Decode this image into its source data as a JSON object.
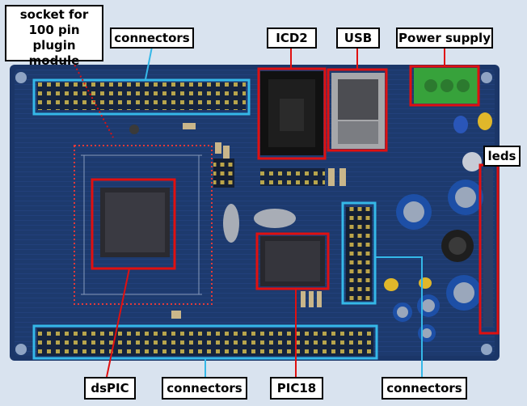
{
  "labels": {
    "socket": "socket for\n100 pin\nplugin module",
    "connectors_top": "connectors",
    "icd2": "ICD2",
    "usb": "USB",
    "power": "Power supply",
    "leds": "leds",
    "dspic": "dsPIC",
    "connectors_bottom": "connectors",
    "pic18": "PIC18",
    "connectors_right": "connectors"
  },
  "colors": {
    "background": "#d9e3ef",
    "board": "#1d3a6e",
    "highlight_red": "#e01010",
    "highlight_cyan": "#35b8e8",
    "label_fill": "#ffffff"
  },
  "icons": [
    "pcb-board",
    "header-pin",
    "chip",
    "capacitor",
    "terminal-block"
  ]
}
